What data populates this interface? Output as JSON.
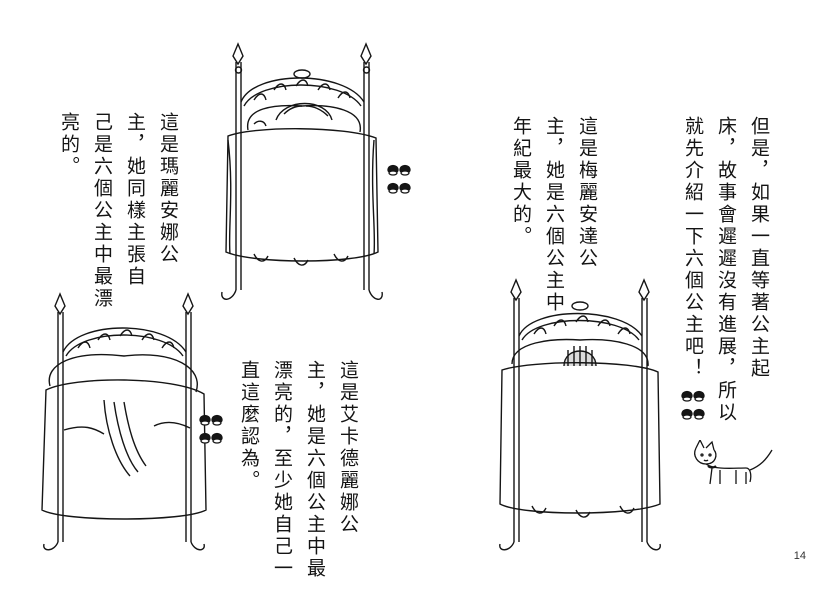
{
  "left_page": {
    "top_text": "這是瑪麗安娜公\n主，她同樣主張自\n己是六個公主中最漂\n亮的。",
    "bottom_text": "這是艾卡德麗娜公\n主，她是六個公主中最\n漂亮的，至少她自己一\n直這麼認為。"
  },
  "right_page": {
    "intro_text": "但是，如果一直等著公主起\n床，故事會遲遲沒有進展，所以\n就先介紹一下六個公主吧！",
    "mid_text": "這是梅麗安達公\n主，她是六個公主中\n年紀最大的。"
  },
  "page_number": "14",
  "colors": {
    "ink": "#141414",
    "paper": "#ffffff"
  }
}
